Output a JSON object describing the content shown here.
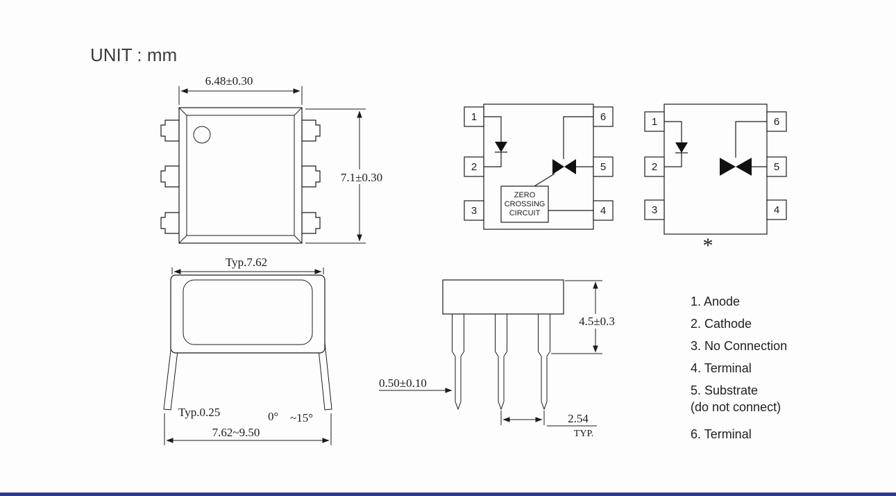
{
  "page": {
    "title": "UNIT : mm",
    "accent_color": "#2b3990"
  },
  "top_view": {
    "width_dim": "6.48±0.30",
    "height_dim": "7.1±0.30"
  },
  "circuit_zc": {
    "pins": [
      "1",
      "2",
      "3",
      "6",
      "5",
      "4"
    ],
    "zc_lines": [
      "ZERO",
      "CROSSING",
      "CIRCUIT"
    ]
  },
  "circuit_plain": {
    "pins": [
      "1",
      "2",
      "3",
      "6",
      "5",
      "4"
    ],
    "footnote_mark": "*"
  },
  "side_view": {
    "top_width_dim": "Typ.7.62",
    "lead_thickness_dim": "Typ.0.25",
    "angle_low": "0°",
    "angle_high": "~15°",
    "span_dim": "7.62~9.50"
  },
  "front_view": {
    "height_dim": "4.5±0.3",
    "lead_width_dim": "0.50±0.10",
    "pitch_dim": "2.54",
    "pitch_qualifier": "TYP."
  },
  "pin_descriptions": {
    "items": [
      "1. Anode",
      "2. Cathode",
      "3. No Connection",
      "4. Terminal",
      "5. Substrate",
      "6. Terminal"
    ],
    "substrate_note": "(do not connect)"
  }
}
